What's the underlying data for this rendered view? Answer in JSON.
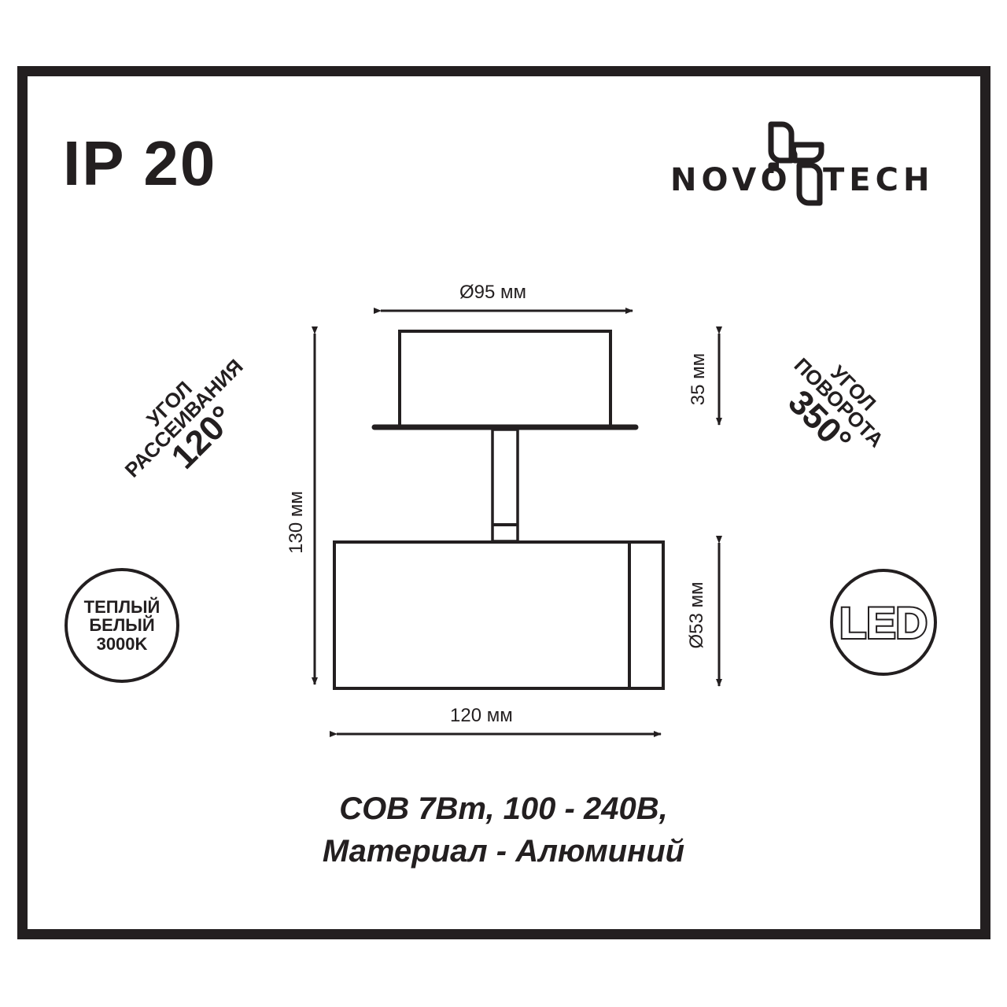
{
  "header": {
    "ip_rating": "IP 20",
    "brand": "NOVOTECH"
  },
  "dimensions": {
    "top_diameter": "Ø95 мм",
    "top_height": "35 мм",
    "total_height": "130 мм",
    "head_diameter": "Ø53 мм",
    "head_length": "120 мм"
  },
  "badges": {
    "beam_angle": {
      "line1": "УГОЛ",
      "line2": "РАССЕИВАНИЯ",
      "value": "120°"
    },
    "rotation_angle": {
      "line1": "УГОЛ",
      "line2": "ПОВОРОТА",
      "value": "350°"
    },
    "color_temp": {
      "line1": "ТЕПЛЫЙ",
      "line2": "БЕЛЫЙ",
      "line3": "3000K"
    },
    "led": "LED"
  },
  "specs": {
    "line1": "COB 7Вт, 100 - 240В,",
    "line2": "Материал - Алюминий"
  },
  "colors": {
    "ink": "#231f20",
    "background": "#ffffff"
  }
}
